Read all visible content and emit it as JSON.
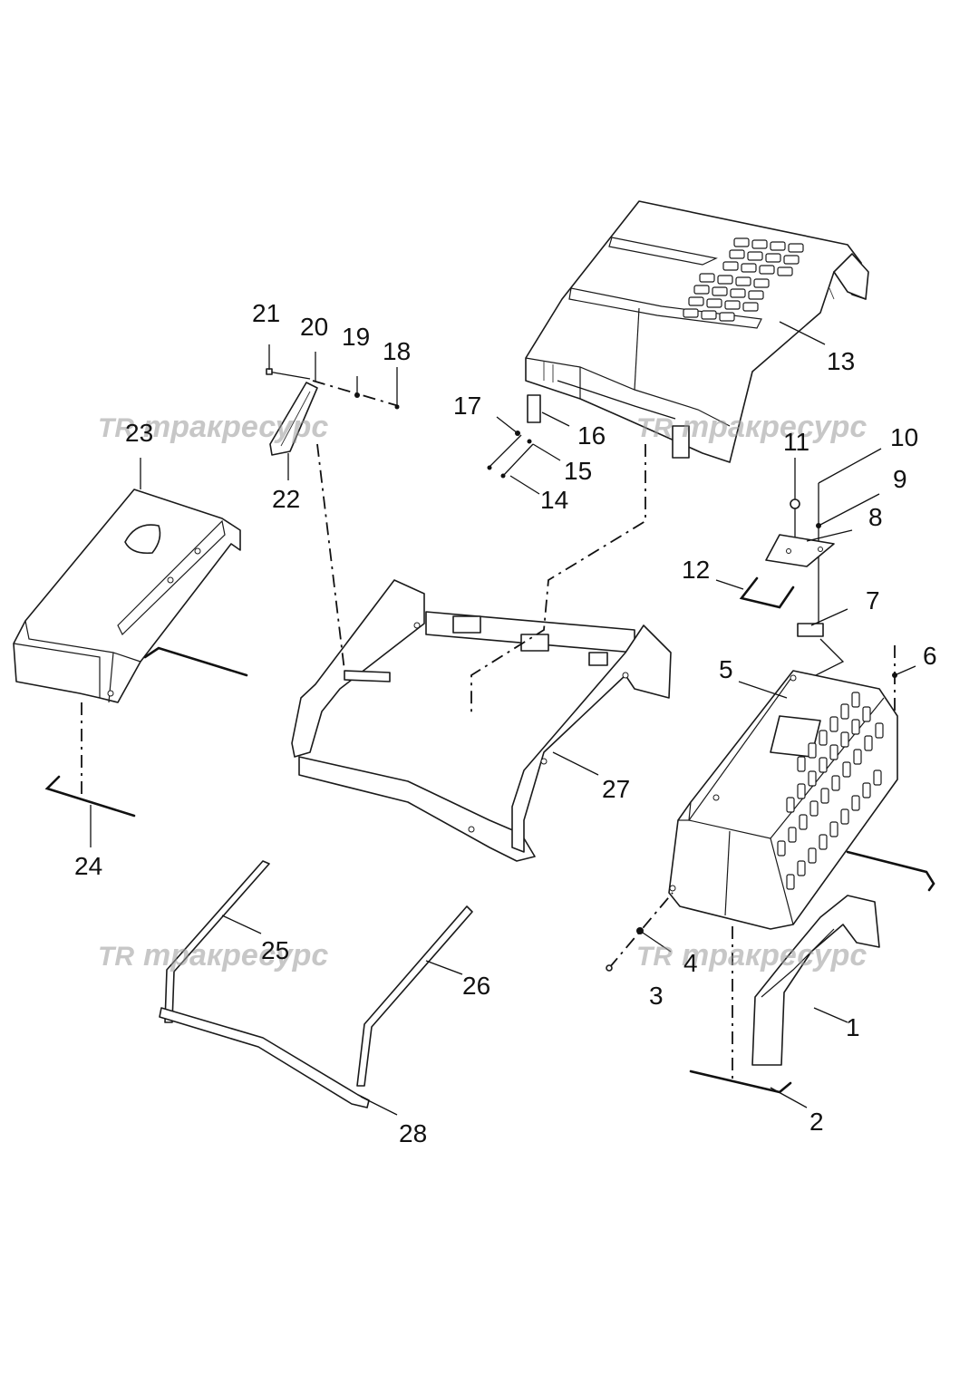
{
  "watermark": {
    "logo": "TR",
    "text": "тракресурс"
  },
  "callouts": [
    "1",
    "2",
    "3",
    "4",
    "5",
    "6",
    "7",
    "8",
    "9",
    "10",
    "11",
    "12",
    "13",
    "14",
    "15",
    "16",
    "17",
    "18",
    "19",
    "20",
    "21",
    "22",
    "23",
    "24",
    "25",
    "26",
    "27",
    "28"
  ]
}
